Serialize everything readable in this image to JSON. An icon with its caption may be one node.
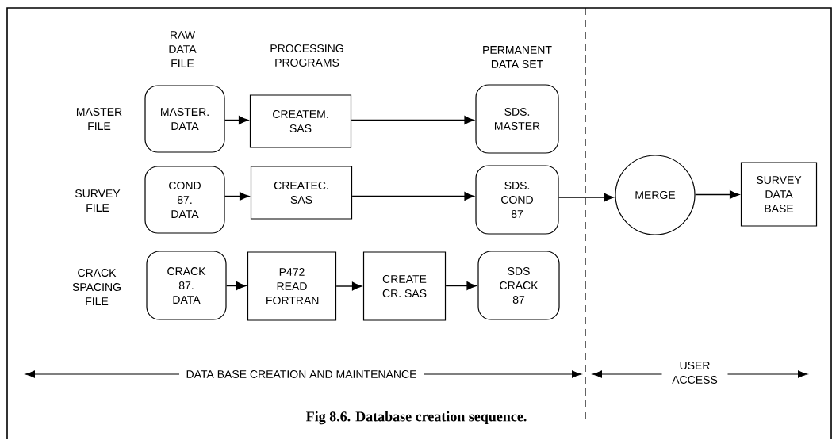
{
  "diagram": {
    "caption": "Fig 8.6.  Database creation sequence.",
    "nodes": [
      {
        "text": [
          "MASTER. DATA"
        ]
      },
      {
        "text": [
          "CREATEM. SAS"
        ]
      },
      {
        "text": [
          "SDS. MASTER"
        ]
      },
      {
        "text": [
          "COND 87. DATA"
        ]
      },
      {
        "text": [
          "CREATEC. SAS"
        ]
      },
      {
        "text": [
          "SDS. COND 87"
        ]
      },
      {
        "text": [
          "MERGE"
        ]
      },
      {
        "text": [
          "SURVEY DATA BASE"
        ]
      },
      {
        "text": [
          "CRACK 87. DATA"
        ]
      },
      {
        "text": [
          "P472 READ FORTRAN"
        ]
      },
      {
        "text": [
          "CREATE CR. SAS"
        ]
      },
      {
        "text": [
          "SDS CRACK 87"
        ]
      }
    ],
    "edges": [
      {
        "from": 0,
        "to": 1,
        "arrow": "to"
      },
      {
        "from": 1,
        "to": 2,
        "arrow": "to"
      },
      {
        "from": 3,
        "to": 4,
        "arrow": "to"
      },
      {
        "from": 4,
        "to": 5,
        "arrow": "to"
      },
      {
        "from": 5,
        "to": 6,
        "arrow": "to"
      },
      {
        "from": 6,
        "to": 7,
        "arrow": "to"
      },
      {
        "from": 8,
        "to": 9,
        "arrow": "to"
      },
      {
        "from": 9,
        "to": 10,
        "arrow": "to"
      },
      {
        "from": 10,
        "to": 11,
        "arrow": "to"
      }
    ],
    "labels": [
      "RAW DATA FILE",
      "PROCESSING PROGRAMS",
      "PERMANENT DATA SET",
      "MASTER FILE",
      "SURVEY FILE",
      "CRACK SPACING FILE",
      "DATA BASE CREATION AND MAINTENANCE",
      "USER ACCESS"
    ]
  }
}
